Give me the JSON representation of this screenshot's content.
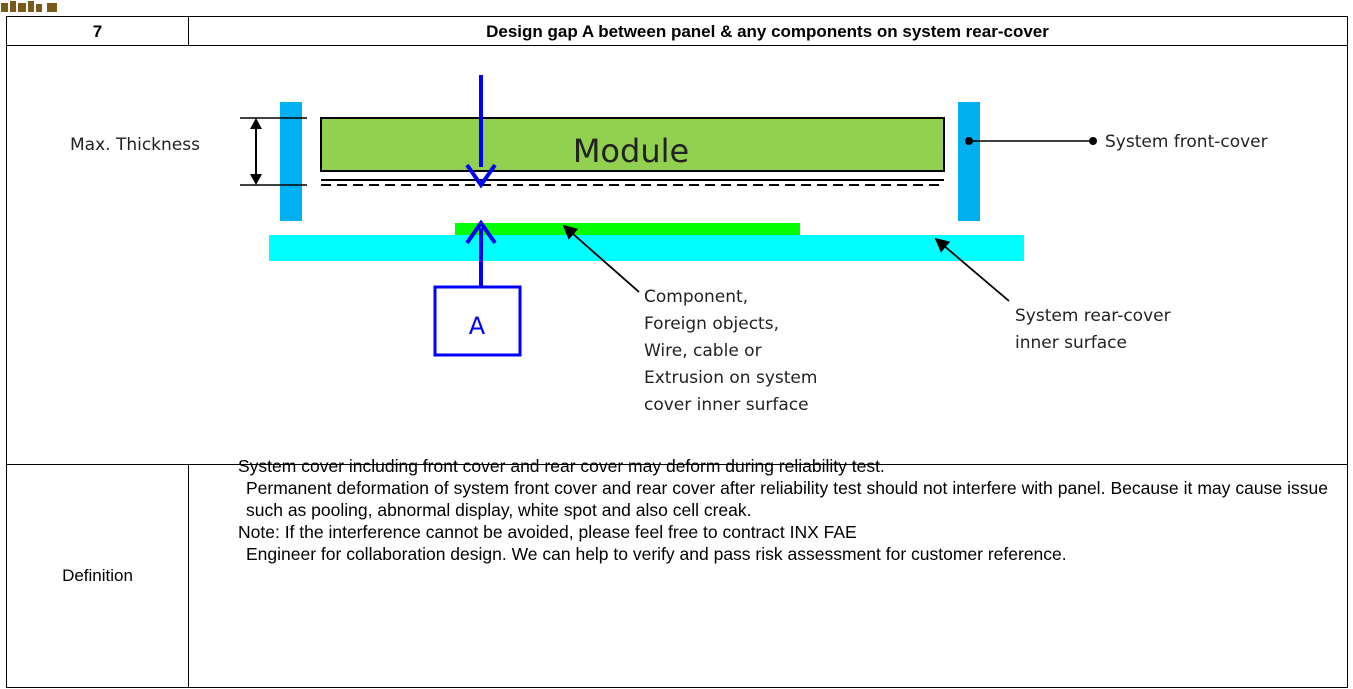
{
  "section": {
    "number": "7",
    "title": "Design gap A between panel & any components on system rear-cover"
  },
  "diagram": {
    "module_label": "Module",
    "max_thickness_label": "Max. Thickness",
    "front_cover_label": "System front-cover",
    "gap_label": "A",
    "component_label_lines": [
      "Component,",
      "Foreign objects,",
      "Wire, cable or",
      "Extrusion on system",
      "cover inner surface"
    ],
    "rear_cover_label_lines": [
      "System rear-cover",
      "inner surface"
    ],
    "colors": {
      "module": "#92d050",
      "component": "#00ff00",
      "rear_cover": "#00ffff",
      "front_cover": "#00b0f0",
      "arrow": "#0000ff"
    }
  },
  "definition": {
    "label": "Definition",
    "paragraph1_first": "System cover including front cover and rear cover may deform during reliability test.",
    "paragraph1_rest": "Permanent deformation of system front cover and rear cover after reliability test should not interfere with panel. Because it may cause issue such as pooling, abnormal display, white spot and also cell creak.",
    "note_first": "Note: If the interference cannot be avoided, please feel free to contract INX FAE",
    "note_rest": "Engineer for collaboration design. We can help to verify and pass risk assessment for customer reference."
  }
}
